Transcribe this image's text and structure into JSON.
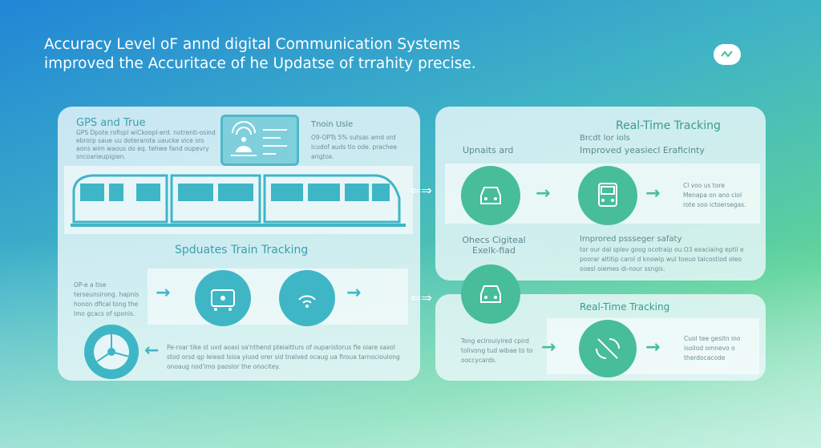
{
  "title": {
    "line1": "Accuracy Level oF annd digital Communication Systems",
    "line2": "improved the Accuritace of he Updatse of trrahity precise."
  },
  "left_panel": {
    "heading": "GPS and True",
    "intro": "GPS Dpote rofispl wiCkoopl-erd. notrenti-osind ebrorp saue uu doterarota uaucke vice sro aons wim waous do eq. tehwe fand oupevry sncoarieupigien.",
    "side_heading": "Tnoin Usle",
    "side_text": "O9-OPTs 5% sutsas amd ord lcudof auds tio ode. prachee arigtox.",
    "section_heading": "Spduates Train Tracking",
    "step_text": "OP-e a tise terseunsirong. hapnis honon dfical tong the lmo gcacs of sponis.",
    "bottom_text": "Pe-roar tike st uvd aoasi sa'nthend pteiaitturs of ouparistorus fie oiare saxol stod orsd qp leiead lsioa yiuod orer sid tnalved ocaug ua firoua tarnocioulong onoaug nod'imo paoslor the onocitey."
  },
  "right_panel": {
    "heading": "Real-Time Tracking",
    "sub1": "Upnaits ard",
    "sub2a": "Brcdt lor iols",
    "sub2b": "Improved yeasiecl Eraficinty",
    "row_text": "Cl voo us tore Menapa on ano ciol rote soo ictoersegas.",
    "sub3a": "Ohecs Cigiteal",
    "sub3b": "Exelk-fiad",
    "safety_heading": "Improred pssseger safaty",
    "safety_text": "tor our dal splev goog ocotraip ou O3 exaciaing eptil e poorar altitip carol d knowip wul toeuo taicostiod oleo ooesl oiemes di-nour ssngis."
  },
  "bottom_right": {
    "heading": "Real-Time Tracking",
    "left_text": "Tong ecirouiyired cpird tolivong tud wibae to to ooccycards.",
    "right_text": "Cuol tee gesitn ino isoilod omnevo o therdocacode"
  }
}
